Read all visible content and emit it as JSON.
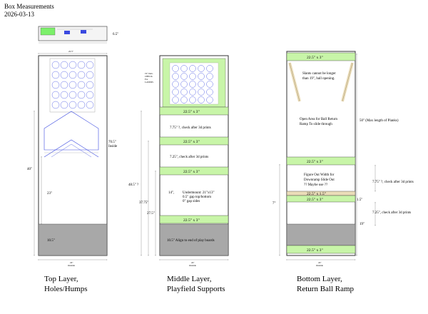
{
  "header": {
    "title": "Box Measurements",
    "date": "2026-03-13"
  },
  "top_view": {
    "dim_right": "6.5\""
  },
  "top_layer": {
    "caption_line1": "Top Layer,",
    "caption_line2": "Holes/Humps",
    "width_top": "22.5\"",
    "width_inner": "20.5\"",
    "height_inside": "70.5\"\nInside",
    "dim_40": "40\"",
    "dim_23": "23\"",
    "dim_10_5": "10.5\"",
    "width_bottom": "24\"",
    "width_bottom_sub": "Outside"
  },
  "middle_layer": {
    "caption_line1": "Middle Layer,",
    "caption_line2": "Playfield Supports",
    "lasers_note": "19\" max.\nCHECK\nFor\nLASERS",
    "band_1": "22.5\" x 3\"",
    "band_2": "22.5\" x 3\"",
    "band_3": "22.5\" x 3\"",
    "band_4": "22.5\" x 3\"",
    "note_7_75": "7.75\" ?, check after 3d prints",
    "note_7_25": "7.25\", check after 3d prints",
    "note_14": "14\",",
    "undermount": "Undermount: 21\"x13\"\n0.5\" gap top/bottom\n0\" gap sides",
    "dim_48_5": "48.5\" ?",
    "dim_37_75": "37.75\"",
    "dim_27_5": "27.5\"",
    "align_note": "10.5\" Align to end of play boards",
    "width_bottom": "24\"",
    "width_bottom_sub": "Outside"
  },
  "bottom_layer": {
    "caption_line1": "Bottom Layer,",
    "caption_line2": "Return Ball Ramp",
    "band_top": "22.5\" x 3\"",
    "slants_note": "Slants cannot be longer\nthan 19\", ball opening.",
    "open_area_note": "Open Area for Ball Return\nRamp To slide through",
    "max_length": "50\" (Max length of Planks)",
    "band_mid": "22.5\" x 3\"",
    "figure_note": "Figure Out Width for\nDownramp Slide Out\n?? Maybe use ??",
    "band_small": "22.5\" x 1.5\"",
    "band_lower": "22.5\" x 3\"",
    "note_7_75": "7.75\" ?, check after 3d prints",
    "note_1_5": "1.5\"",
    "note_7_25": "7.25\", check after 3d prints",
    "dim_7": "7\"",
    "dim_19": "19\"",
    "band_bottom": "22.5\" x 3\"",
    "width_bottom": "24\"",
    "width_bottom_sub": "Outside"
  },
  "colors": {
    "band_green": "#c8f5a8",
    "mark_green": "#7cf06a",
    "bottom_gray": "#a8a8a8",
    "plank_tan": "#eadcb8",
    "ramp_blue": "#3a49e0"
  }
}
